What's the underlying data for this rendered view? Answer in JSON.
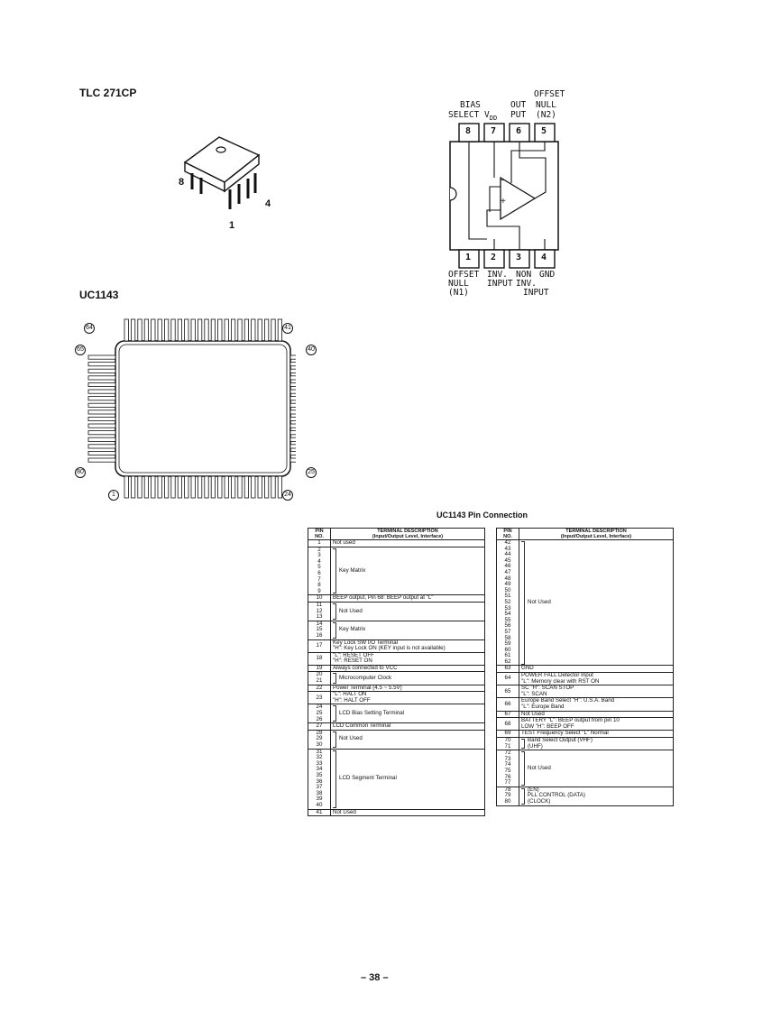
{
  "tlc": {
    "title": "TLC 271CP",
    "pkg_labels": {
      "p8": "8",
      "p4": "4",
      "p1": "1"
    },
    "top_labels": [
      "BIAS",
      "SELECT V",
      "DD",
      "OUT",
      "PUT",
      "OFFSET",
      "NULL",
      "(N2)"
    ],
    "pin_top": [
      "8",
      "7",
      "6",
      "5"
    ],
    "pin_bot": [
      "1",
      "2",
      "3",
      "4"
    ],
    "bottom_labels": {
      "c1": [
        "OFFSET",
        "NULL",
        "(N1)"
      ],
      "c2": [
        "INV.",
        "INPUT"
      ],
      "c3": [
        "NON",
        "INV.",
        "INPUT"
      ],
      "c4": [
        "GND"
      ]
    },
    "amp_minus": "−",
    "amp_plus": "+"
  },
  "uc": {
    "title": "UC1143",
    "corner_labels": {
      "c64": "64",
      "c41": "41",
      "c65": "65",
      "c40": "40",
      "c80": "80",
      "c25": "25",
      "c1": "1",
      "c24": "24"
    }
  },
  "table_title": "UC1143 Pin Connection",
  "headers": {
    "pin": "PIN",
    "no": "NO.",
    "desc": "TERMINAL DESCRIPTION",
    "sub": "(Input/Output Level, Interface)"
  },
  "left_rows": [
    {
      "pins": [
        "1"
      ],
      "lines": [
        "Not used"
      ]
    },
    {
      "pins": [
        "2",
        "3",
        "4",
        "5",
        "6",
        "7",
        "8",
        "9"
      ],
      "lines": [
        "Key Matrix"
      ],
      "brace": true
    },
    {
      "pins": [
        "10"
      ],
      "lines": [
        "BEEP output, Pin 68: BEEP output at \"L\""
      ]
    },
    {
      "pins": [
        "11",
        "12",
        "13"
      ],
      "lines": [
        "Not Used"
      ],
      "brace": true
    },
    {
      "pins": [
        "14",
        "15",
        "16"
      ],
      "lines": [
        "Key Matrix"
      ],
      "brace": true
    },
    {
      "pins": [
        "17"
      ],
      "lines": [
        "Key Lock SW I/O Terminal",
        "\"H\": Key Lock ON (KEY input is not available)"
      ]
    },
    {
      "pins": [
        "18"
      ],
      "lines": [
        "\"L\": RESET OFF",
        "\"H\": RESET ON"
      ]
    },
    {
      "pins": [
        "19"
      ],
      "lines": [
        "Always connected to VCC"
      ]
    },
    {
      "pins": [
        "20",
        "21"
      ],
      "lines": [
        "Microcomputer Clock"
      ],
      "brace": true
    },
    {
      "pins": [
        "22"
      ],
      "lines": [
        "Power Terminal (4.5 ~ 5.5V)"
      ]
    },
    {
      "pins": [
        "23"
      ],
      "lines": [
        "\"L\": HALT ON",
        "\"H\": HALT OFF"
      ]
    },
    {
      "pins": [
        "24",
        "25",
        "26"
      ],
      "lines": [
        "LCD Bias Setting Terminal"
      ],
      "brace": true
    },
    {
      "pins": [
        "27"
      ],
      "lines": [
        "LCD Common Terminal"
      ]
    },
    {
      "pins": [
        "28",
        "29",
        "30"
      ],
      "lines": [
        "Not Used"
      ],
      "brace": true
    },
    {
      "pins": [
        "31",
        "32",
        "33",
        "34",
        "35",
        "36",
        "37",
        "38",
        "39",
        "40"
      ],
      "lines": [
        "LCD Segment Terminal"
      ],
      "brace": true
    },
    {
      "pins": [
        "41"
      ],
      "lines": [
        "Not Used"
      ]
    }
  ],
  "right_rows": [
    {
      "pins": [
        "42",
        "43",
        "44",
        "45",
        "46",
        "47",
        "48",
        "49",
        "50",
        "51",
        "52",
        "53",
        "54",
        "55",
        "56",
        "57",
        "58",
        "59",
        "60",
        "61",
        "62"
      ],
      "lines": [
        "Not Used"
      ],
      "brace": true
    },
    {
      "pins": [
        "63"
      ],
      "lines": [
        "GND"
      ]
    },
    {
      "pins": [
        "64"
      ],
      "lines": [
        "POWER FALL Detector Input",
        "\"L\": Memory clear with RST ON"
      ]
    },
    {
      "pins": [
        "65"
      ],
      "lines": [
        "SC \"H\": SCAN STOP",
        "\"L\": SCAN"
      ]
    },
    {
      "pins": [
        "66"
      ],
      "lines": [
        "Europe Band Select  \"H\": U.S.A. Band",
        "\"L\": Europe Band"
      ]
    },
    {
      "pins": [
        "67"
      ],
      "lines": [
        "Not Used"
      ]
    },
    {
      "pins": [
        "68"
      ],
      "lines": [
        "BATTERY     \"L\": BEEP output from pin 10",
        "LOW          \"H\": BEEP OFF"
      ]
    },
    {
      "pins": [
        "69"
      ],
      "lines": [
        "TEST Frequency Select \"L\" Normal"
      ]
    },
    {
      "pins": [
        "70",
        "71"
      ],
      "lines": [
        "Band Select Output (VHF)",
        "(UHF)"
      ],
      "brace": true
    },
    {
      "pins": [
        "72",
        "73",
        "74",
        "75",
        "76",
        "77"
      ],
      "lines": [
        "Not Used"
      ],
      "brace": true
    },
    {
      "pins": [
        "78",
        "79",
        "80"
      ],
      "lines": [
        "(EN)",
        "PLL CONTROL (DATA)",
        "(CLOCK)"
      ],
      "brace": true
    }
  ],
  "page_number": "– 38 –"
}
